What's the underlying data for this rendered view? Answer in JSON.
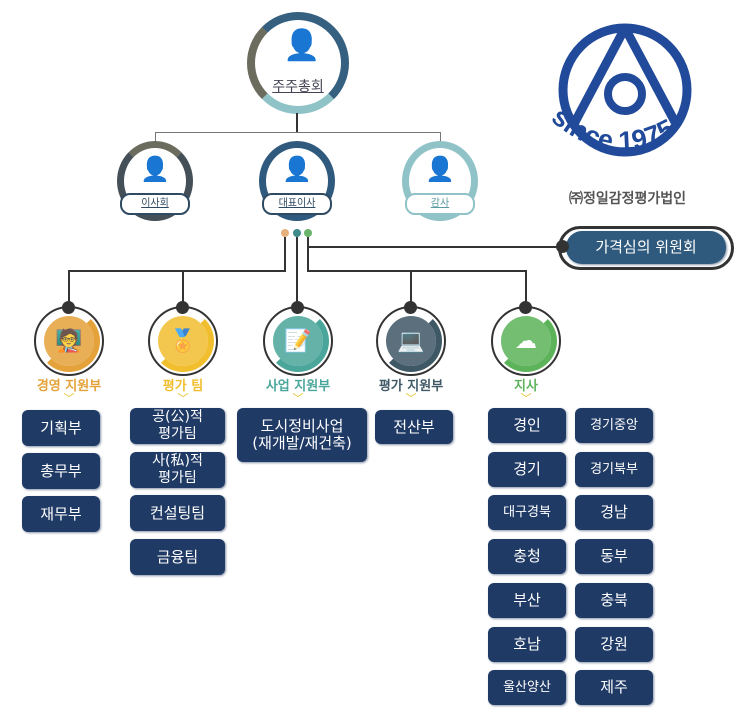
{
  "top": {
    "label": "주주총회"
  },
  "executives": [
    {
      "label": "이사회"
    },
    {
      "label": "대표이사"
    },
    {
      "label": "감사"
    }
  ],
  "committee": {
    "label": "가격심의 위원회"
  },
  "logo": {
    "text": "since 1975",
    "company": "㈜정일감정평가법인"
  },
  "departments": [
    {
      "label": "경영 지원부",
      "color": "#e5a23a",
      "icon": "presenter-icon",
      "items": [
        "기획부",
        "총무부",
        "재무부"
      ]
    },
    {
      "label": "평가 팀",
      "color": "#f1be2e",
      "icon": "medal-icon",
      "items": [
        "공(公)적\n평가팀",
        "사(私)적\n평가팀",
        "컨설팅팀",
        "금융팀"
      ]
    },
    {
      "label": "사업 지원부",
      "color": "#4aa59a",
      "icon": "document-edit-icon",
      "items": [
        "도시정비사업\n(재개발/재건축)"
      ]
    },
    {
      "label": "평가 지원부",
      "color": "#3f5866",
      "icon": "computer-icon",
      "items": [
        "전산부"
      ]
    },
    {
      "label": "지사",
      "color": "#5cb35a",
      "icon": "cloud-network-icon",
      "items": [
        "경인",
        "경기중앙",
        "경기",
        "경기북부",
        "대구경북",
        "경남",
        "충청",
        "동부",
        "부산",
        "충북",
        "호남",
        "강원",
        "울산양산",
        "제주"
      ]
    }
  ]
}
